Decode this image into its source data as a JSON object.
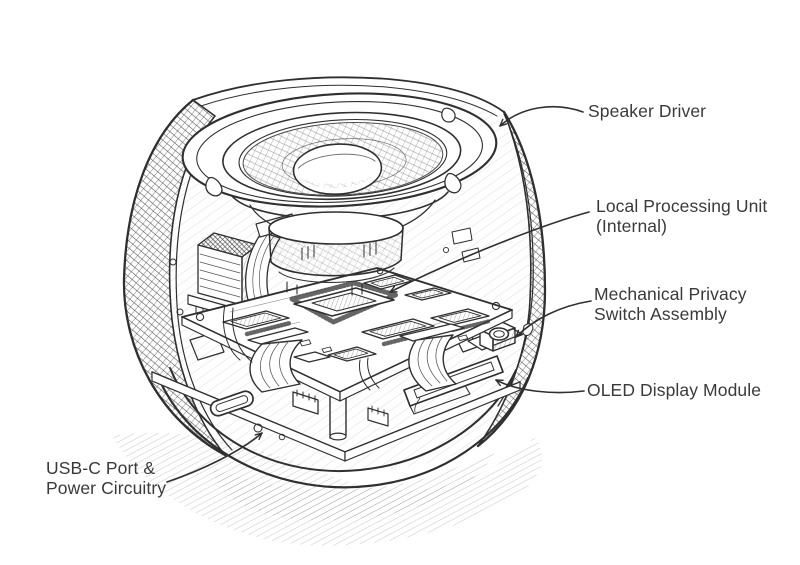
{
  "annotations": [
    {
      "id": "speaker-driver",
      "lines": [
        "Speaker Driver"
      ]
    },
    {
      "id": "local-processing-unit",
      "lines": [
        "Local Processing Unit",
        "(Internal)"
      ]
    },
    {
      "id": "mechanical-privacy-switch",
      "lines": [
        "Mechanical Privacy",
        "Switch Assembly"
      ]
    },
    {
      "id": "oled-display-module",
      "lines": [
        "OLED Display Module"
      ]
    },
    {
      "id": "usb-c-power",
      "lines": [
        "USB-C Port &",
        "Power Circuitry"
      ]
    }
  ],
  "colors": {
    "ink": "#2f2f2f",
    "label_text": "#3a3a3a",
    "paper": "#ffffff"
  }
}
